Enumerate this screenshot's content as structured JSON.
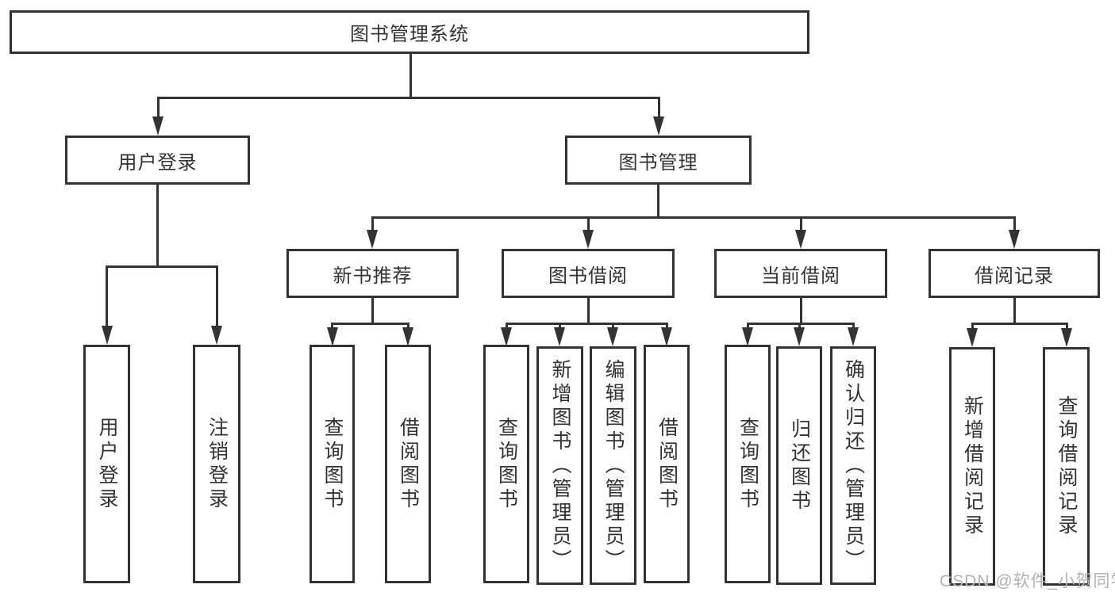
{
  "diagram": {
    "title": "图书管理系统",
    "root": {
      "label": "图书管理系统"
    },
    "level1": [
      {
        "label": "用户登录"
      },
      {
        "label": "图书管理"
      }
    ],
    "level2": [
      {
        "label": "新书推荐"
      },
      {
        "label": "图书借阅"
      },
      {
        "label": "当前借阅"
      },
      {
        "label": "借阅记录"
      }
    ],
    "leaves": [
      {
        "label": "用户登录"
      },
      {
        "label": "注销登录"
      },
      {
        "label": "查询图书"
      },
      {
        "label": "借阅图书"
      },
      {
        "label": "查询图书"
      },
      {
        "label": "新增图书（管理员）"
      },
      {
        "label": "编辑图书（管理员）"
      },
      {
        "label": "借阅图书"
      },
      {
        "label": "查询图书"
      },
      {
        "label": "归还图书"
      },
      {
        "label": "确认归还（管理员）"
      },
      {
        "label": "新增借阅记录"
      },
      {
        "label": "查询借阅记录"
      }
    ]
  },
  "colors": {
    "line": "#333333",
    "text": "#333333",
    "background": "#ffffff",
    "watermark": "#b3b3b3"
  },
  "watermark": {
    "text": "CSDN @软件_小贺同学"
  }
}
